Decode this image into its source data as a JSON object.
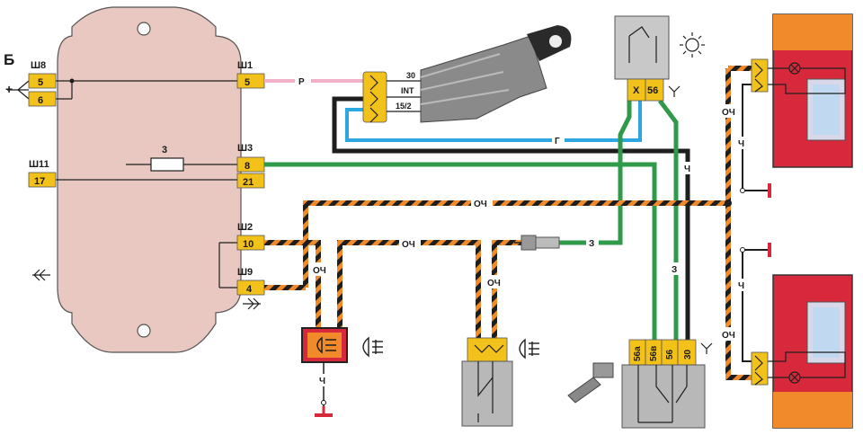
{
  "fuse_block": {
    "block_letter": "Б",
    "plus_sign": "+",
    "connectors": {
      "sh8": "Ш8",
      "sh11": "Ш11",
      "sh1": "Ш1",
      "sh3": "Ш3",
      "sh2": "Ш2",
      "sh9": "Ш9"
    },
    "pins": {
      "sh8_a": "5",
      "sh8_b": "6",
      "sh11": "17",
      "sh1": "5",
      "sh3_a": "8",
      "sh3_b": "21",
      "sh2": "10",
      "sh9": "4"
    },
    "fuse_label": "3"
  },
  "ignition": {
    "pin_30": "30",
    "pin_int": "INT",
    "pin_15_2": "15/2"
  },
  "relay": {
    "pin_x": "X",
    "pin_56": "56"
  },
  "light_switch": {
    "pin_56a": "56a",
    "pin_56b": "56в",
    "pin_56": "56",
    "pin_30": "30"
  },
  "wire_labels": {
    "pink": "Р",
    "blue": "Г",
    "green_short": "З",
    "green_vertical": "З",
    "black_vertical": "Ч",
    "orange_black_top": "ОЧ",
    "orange_black_mid": "ОЧ",
    "orange_black_left": "ОЧ",
    "orange_black_center": "ОЧ",
    "orange_black_right_top": "ОЧ",
    "orange_black_right_bottom": "ОЧ",
    "black_right_top": "Ч",
    "black_right_bottom": "Ч",
    "black_lamp": "Ч"
  },
  "colors": {
    "black_wire": "#1e1e1e",
    "pink_wire": "#f0b0c8",
    "blue_wire": "#2ea6e0",
    "green_wire": "#2f9a4a",
    "orange_wire": "#f08a2a",
    "connector_yellow": "#f2c21a",
    "block_body": "#e8c8c0",
    "lamp_red": "#d8283c",
    "lamp_orange": "#f08a2a"
  },
  "icons": [
    "rear-fog-light-icon",
    "rear-fog-light-icon-2",
    "light-bulb-icon",
    "ground-symbol-icon"
  ]
}
